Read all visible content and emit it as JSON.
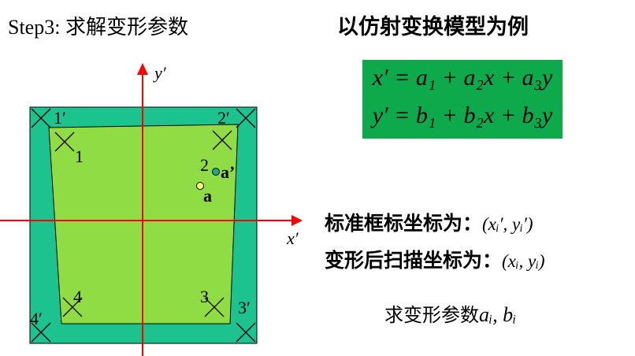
{
  "header": {
    "step_title": "Step3: 求解变形参数",
    "example_title": "以仿射变换模型为例"
  },
  "equations": {
    "eq1": "x′ = a₁ + a₂x + a₃y",
    "eq2": "y′ = b₁ + b₂x + b₃y"
  },
  "notes": {
    "standard_label": "标准框标坐标为：",
    "standard_value": "(xᵢ′, yᵢ′)",
    "deformed_label": "变形后扫描坐标为：",
    "deformed_value": "(xᵢ, yᵢ)",
    "solve_label": "求变形参数",
    "solve_value": "aᵢ, bᵢ"
  },
  "diagram": {
    "axis_x_label": "x′",
    "axis_y_label": "y′",
    "corner_labels": [
      "1′",
      "2′",
      "3′",
      "4′"
    ],
    "mark_labels": [
      "1",
      "2",
      "3",
      "4"
    ],
    "point_a": "a",
    "point_a_prime": "a’",
    "colors": {
      "frame": "#1dc38f",
      "deformed": "#8fdc44",
      "axes": "#ff0000",
      "equation_box": "#0da94a",
      "point_a": "#ffff66",
      "point_a_prime": "#1aa98a"
    }
  }
}
